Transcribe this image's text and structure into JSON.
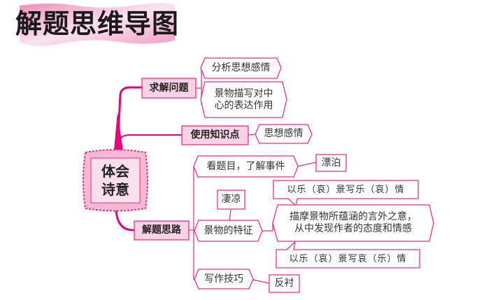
{
  "title": "解题思维导图",
  "center": {
    "line1": "体会",
    "line2": "诗意"
  },
  "branches": {
    "solve": {
      "label": "求解问题",
      "items": [
        "分析思想感情",
        "景物描写对中",
        "心的表达作用"
      ]
    },
    "knowledge": {
      "label": "使用知识点",
      "items": [
        "思想感情"
      ]
    },
    "approach": {
      "label": "解题思路",
      "read": {
        "label": "看题目，了解事件",
        "tag": "漂泊"
      },
      "scene": {
        "label": "景物的特征",
        "tag": "凄凉",
        "detail": {
          "line1": "描摩景物所蕴涵的言外之意，",
          "line2": "从中发现作者的态度和情感"
        },
        "upper": "以乐（哀）景写乐（哀）情",
        "lower": "以乐（哀）景写哀（乐）情"
      },
      "technique": {
        "label": "写作技巧",
        "tag": "反衬"
      }
    }
  },
  "colors": {
    "accent": "#e8308a",
    "fill": "#f7d3e3",
    "trunk": "#e6007e"
  }
}
